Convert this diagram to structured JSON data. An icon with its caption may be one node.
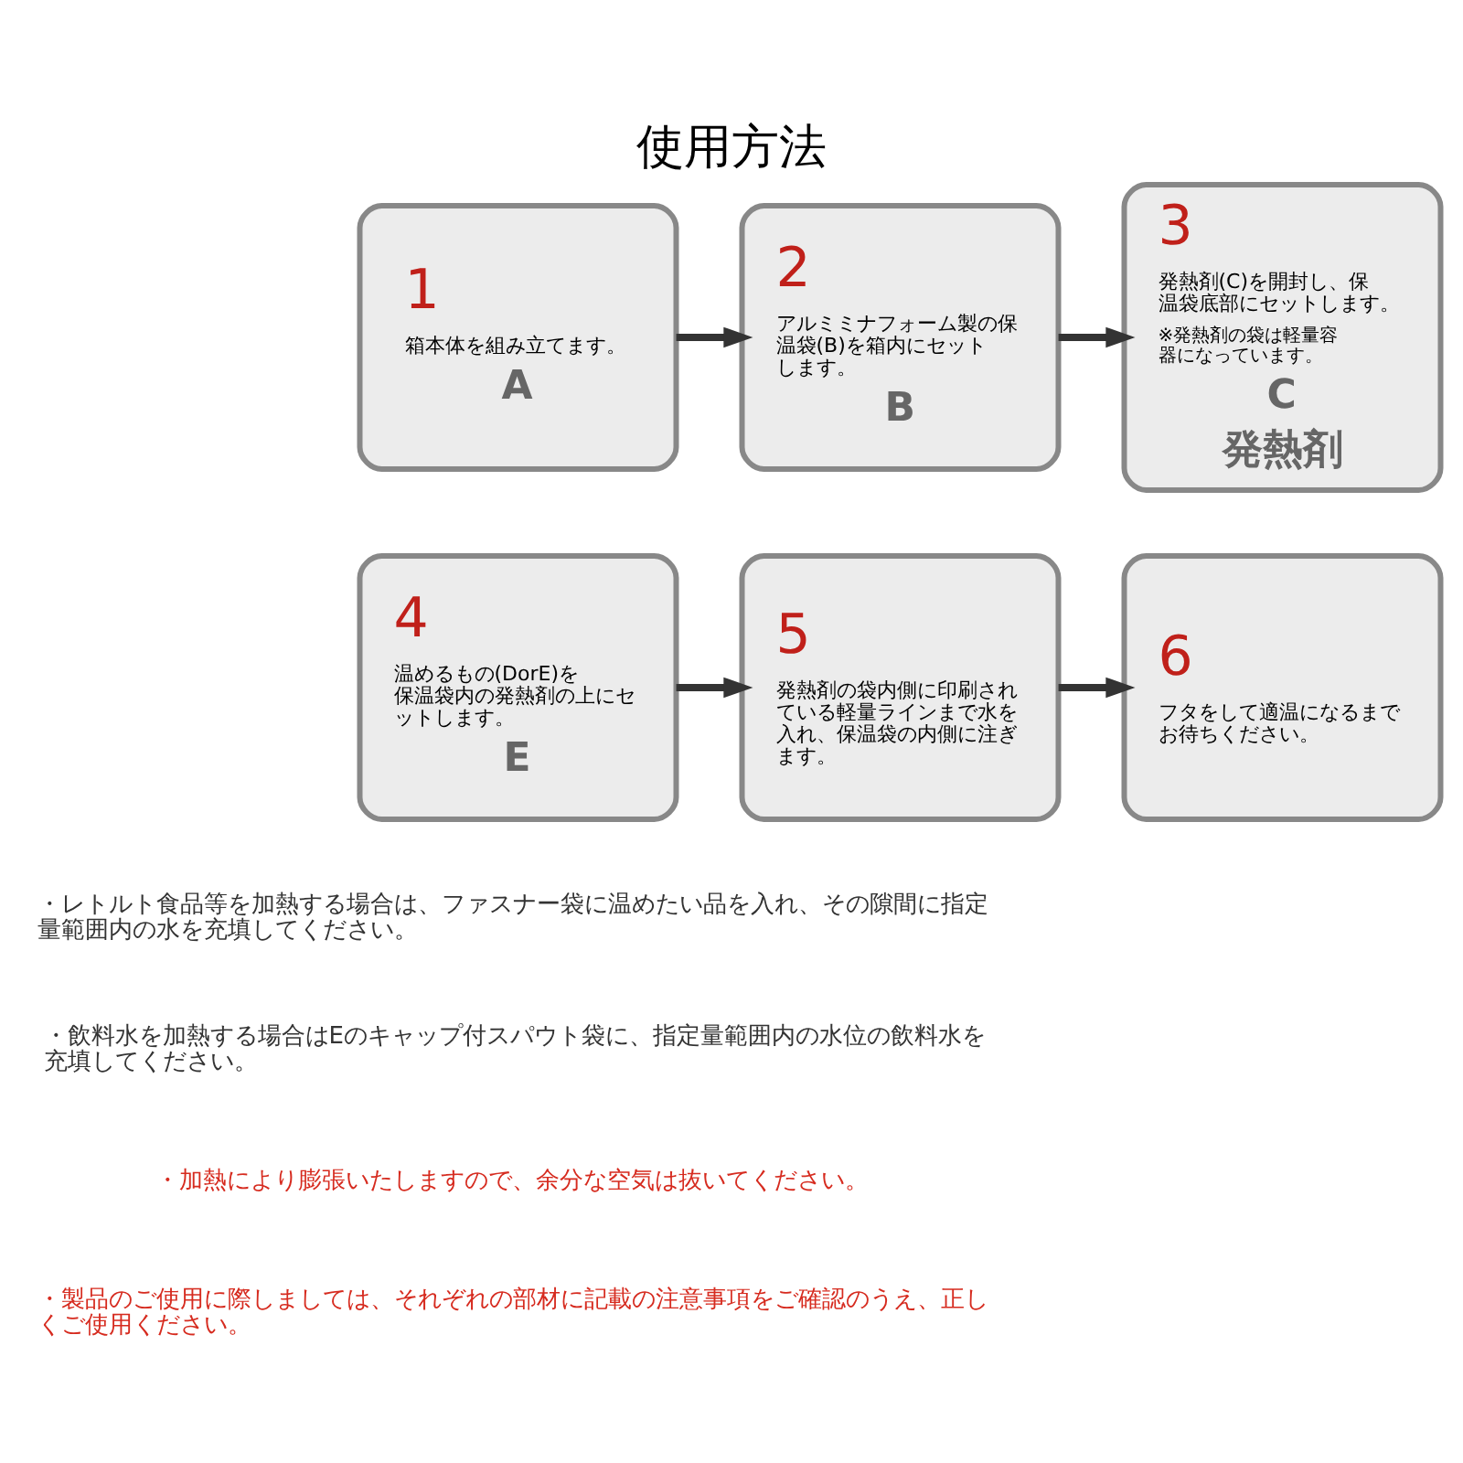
{
  "diagram": {
    "title": "使用方法",
    "nodes": [
      {
        "text": [
          "1",
          "箱本体を組み立てます。",
          "A"
        ]
      },
      {
        "text": [
          "2",
          "アルミミナフォーム製の保温袋(B)を箱内にセットします。",
          "B"
        ]
      },
      {
        "text": [
          "3",
          "発熱剤(C)を開封し、保温袋底部にセットします。",
          "※発熱剤の袋は軽量容器になっています。",
          "C",
          "発熱剤"
        ]
      },
      {
        "text": [
          "4",
          "温めるもの(DorE)を保温袋内の発熱剤の上にセットします。",
          "E"
        ]
      },
      {
        "text": [
          "5",
          "発熱剤の袋内側に印刷されている軽量ラインまで水を入れ、保温袋の内側に注ぎます。"
        ]
      },
      {
        "text": [
          "6",
          "フタをして適温になるまでお待ちください。"
        ]
      }
    ],
    "edges": [
      {
        "from": 0,
        "to": 1,
        "arrow": "to"
      },
      {
        "from": 1,
        "to": 2,
        "arrow": "to"
      },
      {
        "from": 3,
        "to": 4,
        "arrow": "to"
      },
      {
        "from": 4,
        "to": 5,
        "arrow": "to"
      }
    ],
    "labels": [
      "・レトルト食品等を加熱する場合は、ファスナー袋に温めたい品を入れ、その隙間に指定量範囲内の水を充填してください。",
      "・飲料水を加熱する場合はEのキャップ付スパウト袋に、指定量範囲内の水位の飲料水を充填してください。",
      "・加熱により膨張いたしますので、余分な空気は抜いてください。",
      "・製品のご使用に際しましては、それぞれの部材に記載の注意事項をご確認のうえ、正しくご使用ください。"
    ]
  }
}
